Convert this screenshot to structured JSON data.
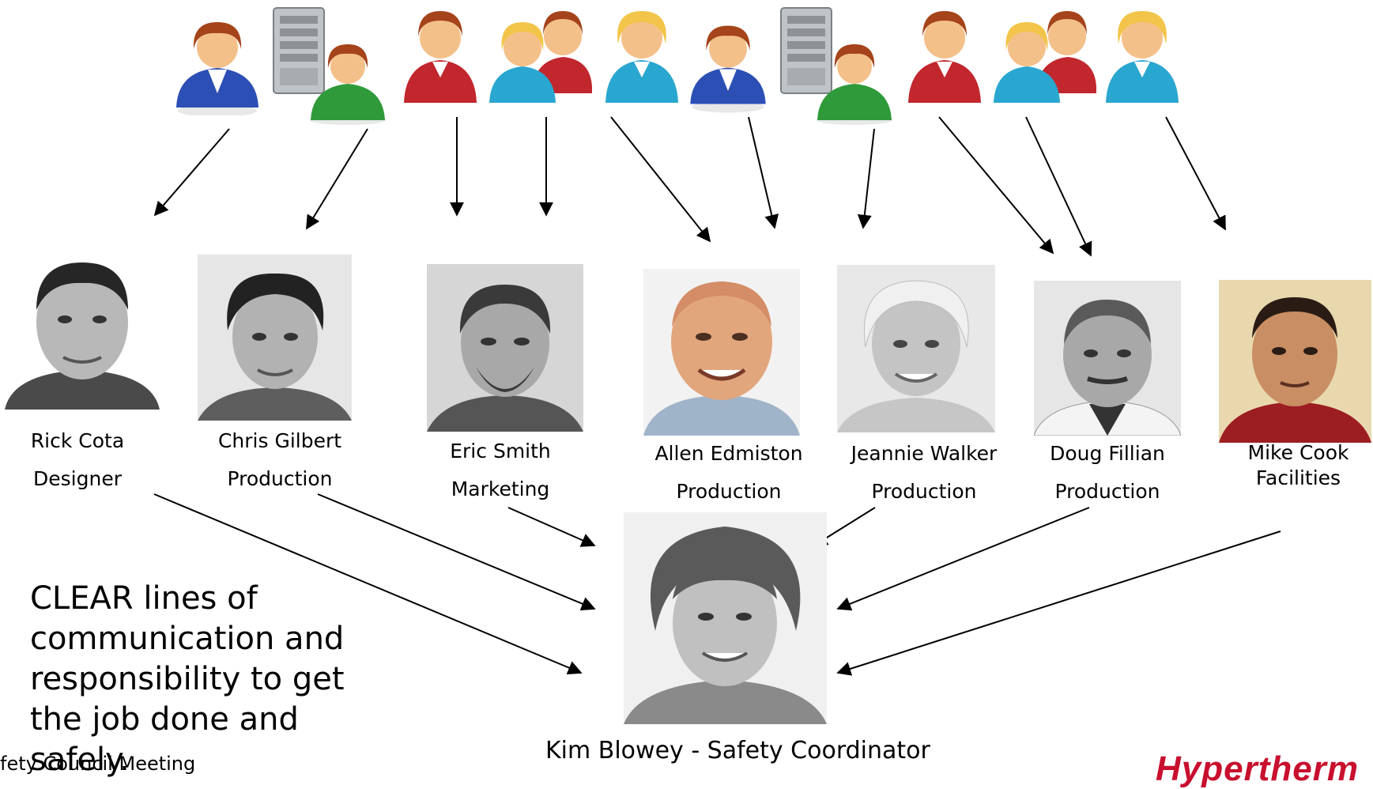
{
  "people": [
    {
      "id": "rick",
      "name": "Rick Cota",
      "role": "Designer"
    },
    {
      "id": "chris",
      "name": "Chris Gilbert",
      "role": "Production"
    },
    {
      "id": "eric",
      "name": "Eric Smith",
      "role": "Marketing"
    },
    {
      "id": "allen",
      "name": "Allen Edmiston",
      "role": "Production"
    },
    {
      "id": "jeannie",
      "name": "Jeannie Walker",
      "role": "Production"
    },
    {
      "id": "doug",
      "name": "Doug Fillian",
      "role": "Production"
    },
    {
      "id": "mike",
      "name": "Mike Cook",
      "role": "Facilities"
    }
  ],
  "coordinator": {
    "label": "Kim Blowey -  Safety Coordinator"
  },
  "statement": "CLEAR lines of communication and responsibility to get the job done and safely.",
  "footer_note": "fety Council Meeting",
  "logo_text": "Hypertherm",
  "colors": {
    "logo": "#c8102e",
    "blue_user": "#2c4fb5",
    "green_user": "#2f9a3a",
    "red_user": "#c1272d",
    "cyan_user": "#2aa7d0",
    "skin": "#f4c08a",
    "hair_brown": "#a5431a",
    "hair_blond": "#f2c54a"
  },
  "icons": [
    "user-blue-icon",
    "server-icon",
    "user-green-icon",
    "user-red-icon",
    "user-group-icon",
    "user-cyan-icon"
  ]
}
